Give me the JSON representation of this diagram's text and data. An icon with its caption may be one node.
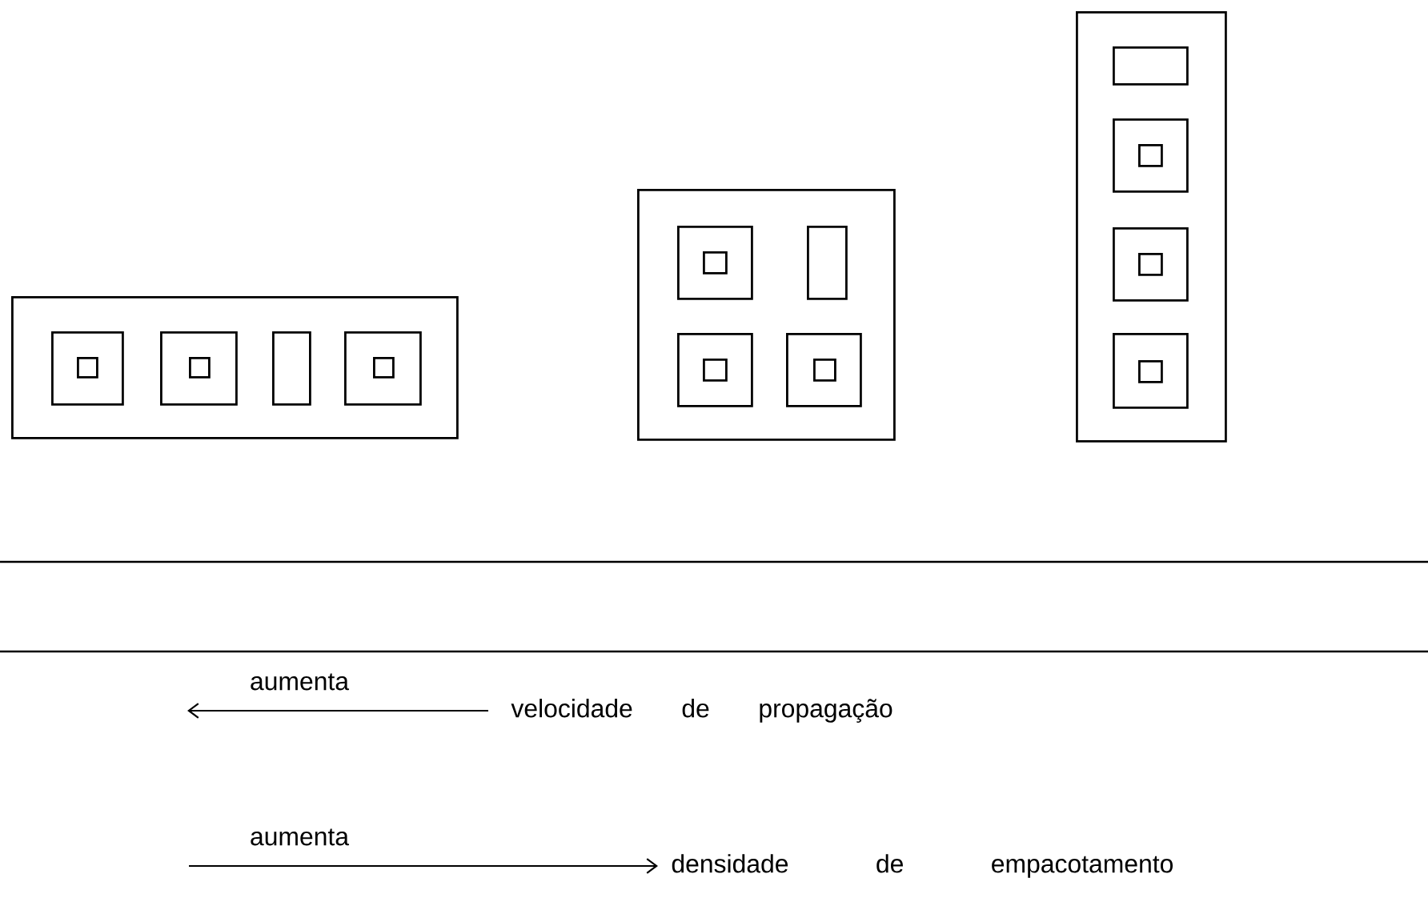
{
  "diagram": {
    "nodes": [
      {
        "text": [],
        "shape": "box"
      },
      {
        "text": [],
        "shape": "box",
        "in": 0
      },
      {
        "text": [],
        "shape": "box",
        "in": 1
      },
      {
        "text": [],
        "shape": "box",
        "in": 0
      },
      {
        "text": [],
        "shape": "box",
        "in": 3
      },
      {
        "text": [],
        "shape": "box",
        "in": 0
      },
      {
        "text": [],
        "shape": "box",
        "in": 0
      },
      {
        "text": [],
        "shape": "box",
        "in": 6
      },
      {
        "text": [],
        "shape": "box"
      },
      {
        "text": [],
        "shape": "box",
        "in": 8
      },
      {
        "text": [],
        "shape": "box",
        "in": 9
      },
      {
        "text": [],
        "shape": "box",
        "in": 8
      },
      {
        "text": [],
        "shape": "box",
        "in": 8
      },
      {
        "text": [],
        "shape": "box",
        "in": 12
      },
      {
        "text": [],
        "shape": "box",
        "in": 8
      },
      {
        "text": [],
        "shape": "box",
        "in": 14
      },
      {
        "text": [],
        "shape": "box"
      },
      {
        "text": [],
        "shape": "box",
        "in": 16
      },
      {
        "text": [],
        "shape": "box",
        "in": 16
      },
      {
        "text": [],
        "shape": "box",
        "in": 18
      },
      {
        "text": [],
        "shape": "box",
        "in": 16
      },
      {
        "text": [],
        "shape": "box",
        "in": 20
      },
      {
        "text": [],
        "shape": "box",
        "in": 16
      },
      {
        "text": [],
        "shape": "box",
        "in": 22
      }
    ],
    "labels": [
      "aumenta",
      "velocidade de propagação",
      "aumenta",
      "densidade de empacotamento"
    ]
  }
}
